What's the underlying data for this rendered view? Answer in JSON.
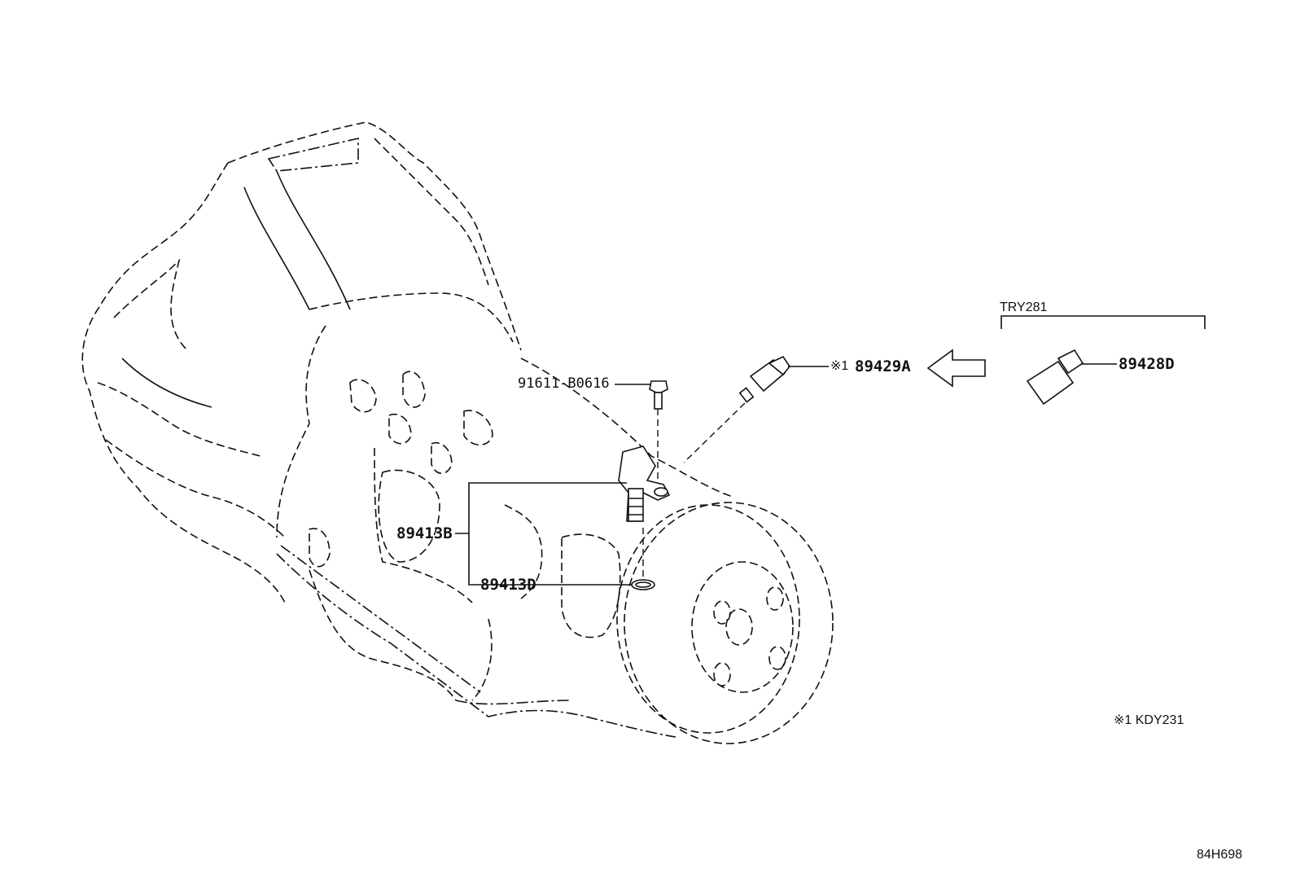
{
  "labels": {
    "bolt": "91611-B0616",
    "sensor_assy": "89413B",
    "o_ring": "89413D",
    "switch_1": "89429A",
    "switch_1_mark": "※1",
    "switch_2": "89428D",
    "variant_bracket": "TRY281",
    "footnote": "※1 KDY231",
    "figure_code": "84H698"
  }
}
